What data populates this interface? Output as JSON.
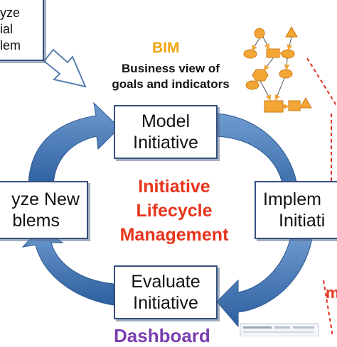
{
  "top_left_box": {
    "lines": [
      "yze",
      "ial",
      "lem"
    ]
  },
  "bim": {
    "title": "BIM",
    "subtitle_line1": "Business view of",
    "subtitle_line2": "goals and indicators"
  },
  "cycle": {
    "model": [
      "Model",
      "Initiative"
    ],
    "implement": [
      "Implem",
      "Initiati"
    ],
    "evaluate": [
      "Evaluate",
      "Initiative"
    ],
    "analyze": [
      "yze New",
      "blems"
    ]
  },
  "center_title": [
    "Initiative",
    "Lifecycle",
    "Management"
  ],
  "dashboard": {
    "title": "Dashboard"
  },
  "right_edge_text": "m",
  "colors": {
    "arrow_blue": "#3f72b0",
    "box_border": "#35507c",
    "center_text": "#e8341c",
    "bim_title": "#f2a50c",
    "diagram_node": "#f3a536",
    "dashboard_text": "#7a3fb0"
  }
}
